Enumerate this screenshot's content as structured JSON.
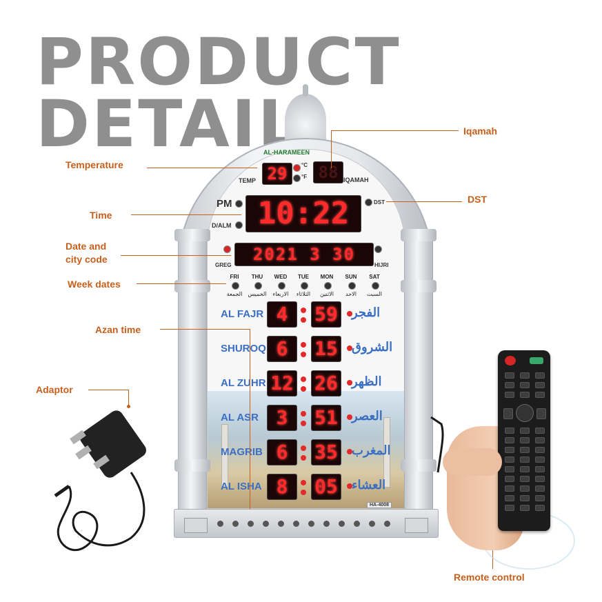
{
  "headline": {
    "line1": "PRODUCT",
    "line2": "DETAIL"
  },
  "callouts": {
    "iqamah": "Iqamah",
    "temperature": "Temperature",
    "dst": "DST",
    "time": "Time",
    "date_city": "Date and\ncity code",
    "week_dates": "Week dates",
    "azan_time": "Azan time",
    "adaptor": "Adaptor",
    "remote": "Remote control"
  },
  "clock": {
    "brand": "AL-HARAMEEN",
    "temp_label": "TEMP",
    "temp_value": "29",
    "unit_c": "°C",
    "unit_f": "°F",
    "iqamah_label": "IQAMAH",
    "iqamah_value": "88",
    "pm_label": "PM",
    "dalm_label": "D/ALM",
    "dst_label": "DST",
    "time_value": "10:22",
    "greg_label": "GREG",
    "hijri_label": "HIJRI",
    "date_value": "2021 3 30",
    "days": [
      "FRI",
      "THU",
      "WED",
      "TUE",
      "MON",
      "SUN",
      "SAT"
    ],
    "days_ar": [
      "الجمعة",
      "الخميس",
      "الاربعاء",
      "الثلاثاء",
      "الاثنين",
      "الاحد",
      "السبت"
    ],
    "model": "HA-4008",
    "prayers": [
      {
        "name": "AL FAJR",
        "ar": "الفجر",
        "h": "4",
        "m": "59"
      },
      {
        "name": "SHUROQ",
        "ar": "الشروق",
        "h": "6",
        "m": "15"
      },
      {
        "name": "AL ZUHR",
        "ar": "الظهر",
        "h": "12",
        "m": "26"
      },
      {
        "name": "AL ASR",
        "ar": "العصر",
        "h": "3",
        "m": "51"
      },
      {
        "name": "MAGRIB",
        "ar": "المغرب",
        "h": "6",
        "m": "35"
      },
      {
        "name": "AL ISHA",
        "ar": "العشاء",
        "h": "8",
        "m": "05"
      }
    ]
  },
  "colors": {
    "accent": "#c65f1b",
    "headline": "#8f8f8f",
    "led": "#ff2a2a",
    "prayer_text": "#3b6fc2"
  }
}
